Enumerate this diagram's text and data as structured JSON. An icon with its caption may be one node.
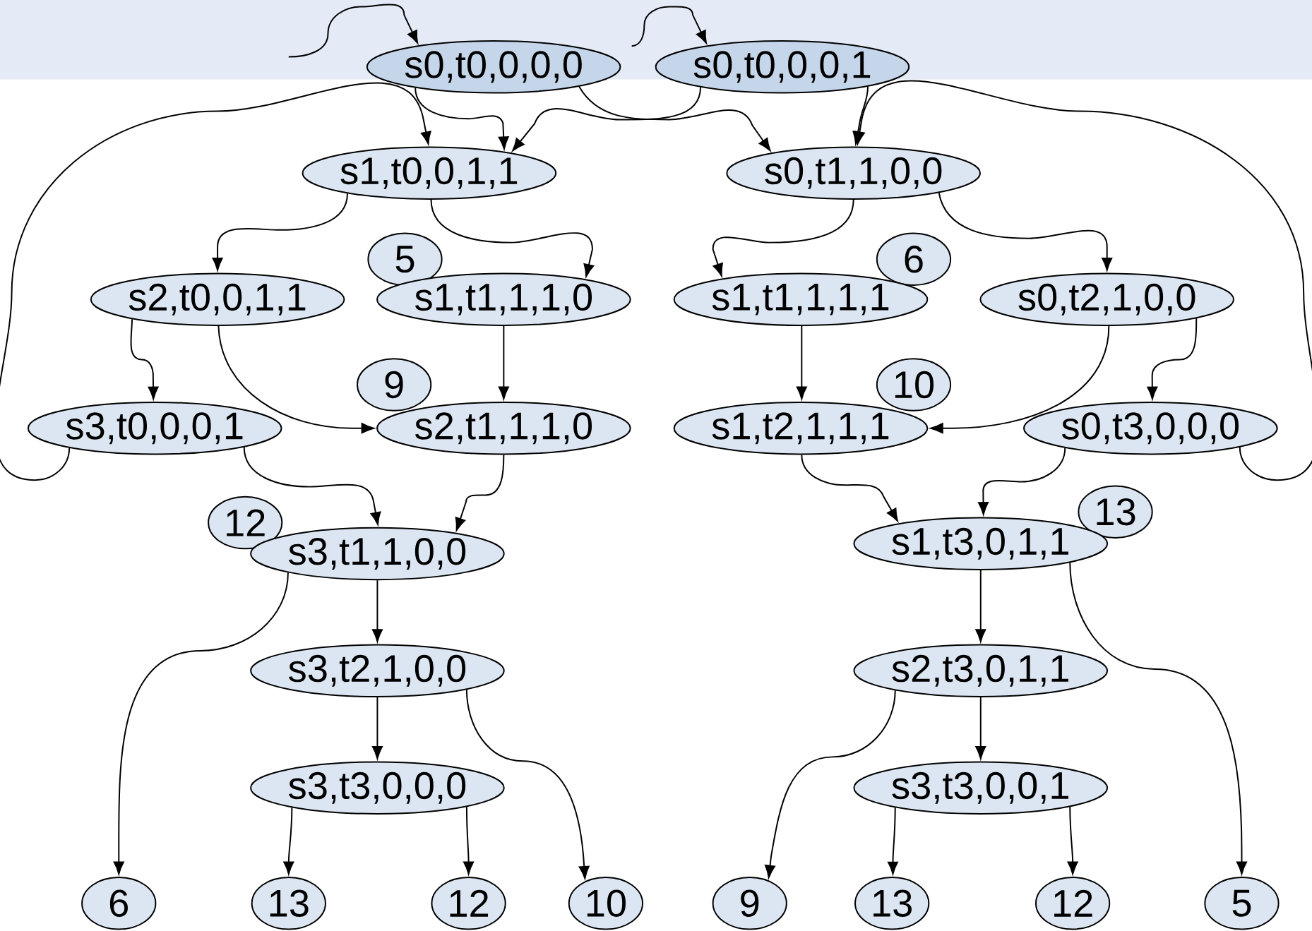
{
  "diagram": {
    "nodes": [
      {
        "text": [
          "s0,t0,0,0,0"
        ]
      },
      {
        "text": [
          "s0,t0,0,0,1"
        ]
      },
      {
        "text": [
          "s1,t0,0,1,1"
        ]
      },
      {
        "text": [
          "s0,t1,1,0,0"
        ]
      },
      {
        "text": [
          "5"
        ]
      },
      {
        "text": [
          "s2,t0,0,1,1"
        ]
      },
      {
        "text": [
          "s1,t1,1,1,0"
        ]
      },
      {
        "text": [
          "6"
        ]
      },
      {
        "text": [
          "s1,t1,1,1,1"
        ]
      },
      {
        "text": [
          "s0,t2,1,0,0"
        ]
      },
      {
        "text": [
          "9"
        ]
      },
      {
        "text": [
          "s3,t0,0,0,1"
        ]
      },
      {
        "text": [
          "s2,t1,1,1,0"
        ]
      },
      {
        "text": [
          "10"
        ]
      },
      {
        "text": [
          "s1,t2,1,1,1"
        ]
      },
      {
        "text": [
          "s0,t3,0,0,0"
        ]
      },
      {
        "text": [
          "12"
        ]
      },
      {
        "text": [
          "s3,t1,1,0,0"
        ]
      },
      {
        "text": [
          "13"
        ]
      },
      {
        "text": [
          "s1,t3,0,1,1"
        ]
      },
      {
        "text": [
          "s3,t2,1,0,0"
        ]
      },
      {
        "text": [
          "s2,t3,0,1,1"
        ]
      },
      {
        "text": [
          "s3,t3,0,0,0"
        ]
      },
      {
        "text": [
          "s3,t3,0,0,1"
        ]
      },
      {
        "text": [
          "6"
        ]
      },
      {
        "text": [
          "13"
        ]
      },
      {
        "text": [
          "12"
        ]
      },
      {
        "text": [
          "10"
        ]
      },
      {
        "text": [
          "9"
        ]
      },
      {
        "text": [
          "13"
        ]
      },
      {
        "text": [
          "12"
        ]
      },
      {
        "text": [
          "5"
        ]
      }
    ],
    "edges": [
      {
        "from": null,
        "to": 0,
        "arrow": "to"
      },
      {
        "from": null,
        "to": 1,
        "arrow": "to"
      },
      {
        "from": 0,
        "to": 2,
        "arrow": "to"
      },
      {
        "from": 0,
        "to": 3,
        "arrow": "to"
      },
      {
        "from": 1,
        "to": 2,
        "arrow": "to"
      },
      {
        "from": 1,
        "to": 3,
        "arrow": "to"
      },
      {
        "from": 2,
        "to": 5,
        "arrow": "to"
      },
      {
        "from": 2,
        "to": 6,
        "arrow": "to"
      },
      {
        "from": 3,
        "to": 8,
        "arrow": "to"
      },
      {
        "from": 3,
        "to": 9,
        "arrow": "to"
      },
      {
        "from": 5,
        "to": 11,
        "arrow": "to"
      },
      {
        "from": 5,
        "to": 12,
        "arrow": "to"
      },
      {
        "from": 6,
        "to": 12,
        "arrow": "to"
      },
      {
        "from": 8,
        "to": 14,
        "arrow": "to"
      },
      {
        "from": 9,
        "to": 14,
        "arrow": "to"
      },
      {
        "from": 9,
        "to": 15,
        "arrow": "to"
      },
      {
        "from": 11,
        "to": 2,
        "arrow": "to"
      },
      {
        "from": 15,
        "to": 3,
        "arrow": "to"
      },
      {
        "from": 11,
        "to": 17,
        "arrow": "to"
      },
      {
        "from": 12,
        "to": 17,
        "arrow": "to"
      },
      {
        "from": 14,
        "to": 19,
        "arrow": "to"
      },
      {
        "from": 15,
        "to": 19,
        "arrow": "to"
      },
      {
        "from": 17,
        "to": 20,
        "arrow": "to"
      },
      {
        "from": 17,
        "to": 24,
        "arrow": "to"
      },
      {
        "from": 20,
        "to": 22,
        "arrow": "to"
      },
      {
        "from": 20,
        "to": 27,
        "arrow": "to"
      },
      {
        "from": 22,
        "to": 25,
        "arrow": "to"
      },
      {
        "from": 22,
        "to": 26,
        "arrow": "to"
      },
      {
        "from": 19,
        "to": 21,
        "arrow": "to"
      },
      {
        "from": 19,
        "to": 31,
        "arrow": "to"
      },
      {
        "from": 21,
        "to": 23,
        "arrow": "to"
      },
      {
        "from": 21,
        "to": 28,
        "arrow": "to"
      },
      {
        "from": 23,
        "to": 29,
        "arrow": "to"
      },
      {
        "from": 23,
        "to": 30,
        "arrow": "to"
      }
    ]
  }
}
